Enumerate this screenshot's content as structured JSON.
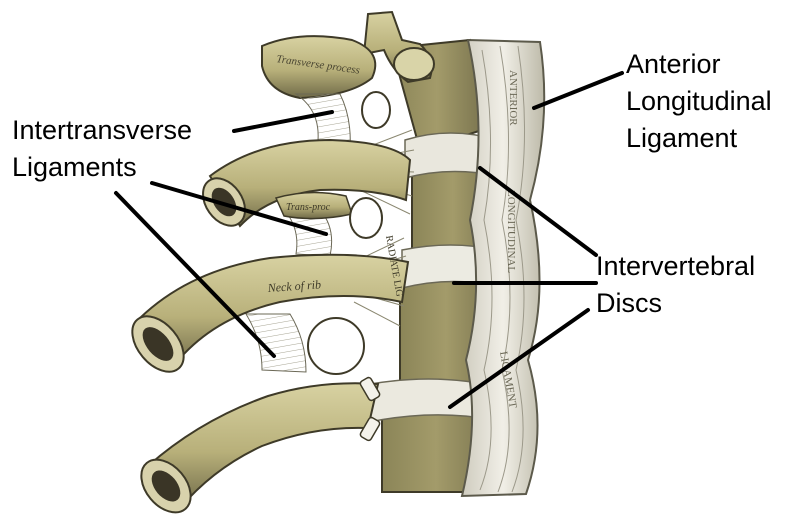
{
  "figure": {
    "background_color": "#ffffff",
    "subject": "Anatomical illustration of thoracic vertebrae with ribs and ligaments",
    "colors": {
      "bone": "#c9c28f",
      "bone_shadow": "#8a8459",
      "bone_dark": "#4a4632",
      "ligament": "#e4e2d8",
      "ligament_shadow": "#b9b6a8",
      "marrow": "#3a3526",
      "label_text": "#000000",
      "leader_line": "#000000"
    }
  },
  "labels": {
    "intertransverse_ligaments": {
      "line1": "Intertransverse",
      "line2": "Ligaments"
    },
    "anterior_longitudinal_ligament": {
      "line1": "Anterior",
      "line2": "Longitudinal",
      "line3": "Ligament"
    },
    "intervertebral_discs": {
      "line1": "Intervertebral",
      "line2": "Discs"
    }
  },
  "engraved_text": {
    "transverse_process_top": "Transverse process",
    "transverse_process_mid": "Trans-proc",
    "neck_of_rib": "Neck of rib",
    "radiate_ligament": "RADIATE LIG",
    "anterior_column": "ANTERIOR",
    "longitudinal_column": "LONGITUDINAL",
    "ligament_column": "LIGAMENT"
  }
}
